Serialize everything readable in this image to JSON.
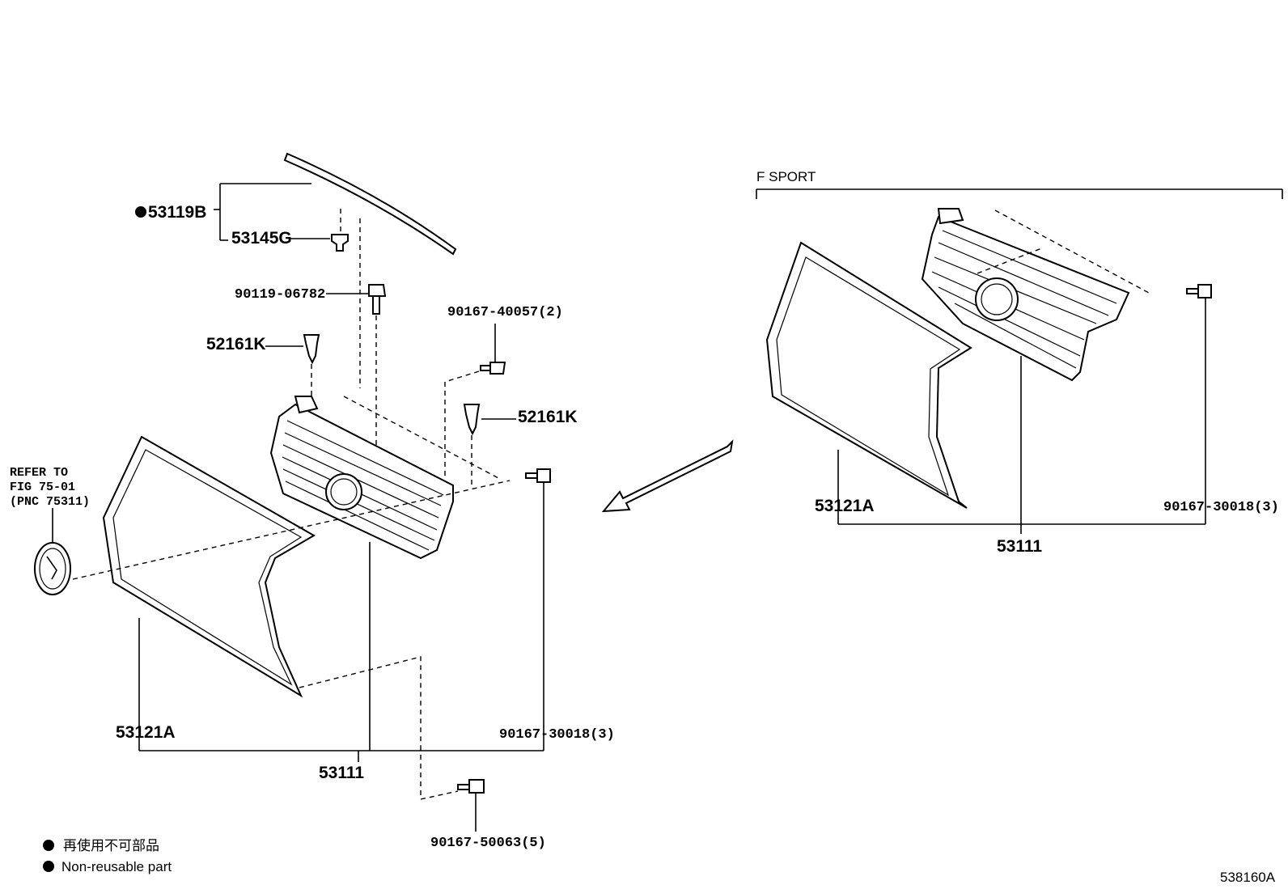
{
  "labels": {
    "p53119B": "53119B",
    "p53145G": "53145G",
    "p90119": "90119-06782",
    "p52161K_a": "52161K",
    "p52161K_b": "52161K",
    "p90167_40057": "90167-40057(2)",
    "refer1": "REFER TO",
    "refer2": "FIG 75-01",
    "refer3": "(PNC 75311)",
    "p53121A_left": "53121A",
    "p53111_left": "53111",
    "p90167_30018_left": "90167-30018(3)",
    "p90167_50063": "90167-50063(5)",
    "fsport": "F SPORT",
    "p53121A_right": "53121A",
    "p53111_right": "53111",
    "p90167_30018_right": "90167-30018(3)"
  },
  "legend": {
    "jp": "再使用不可部品",
    "en": "Non-reusable part"
  },
  "figure_id": "538160A"
}
